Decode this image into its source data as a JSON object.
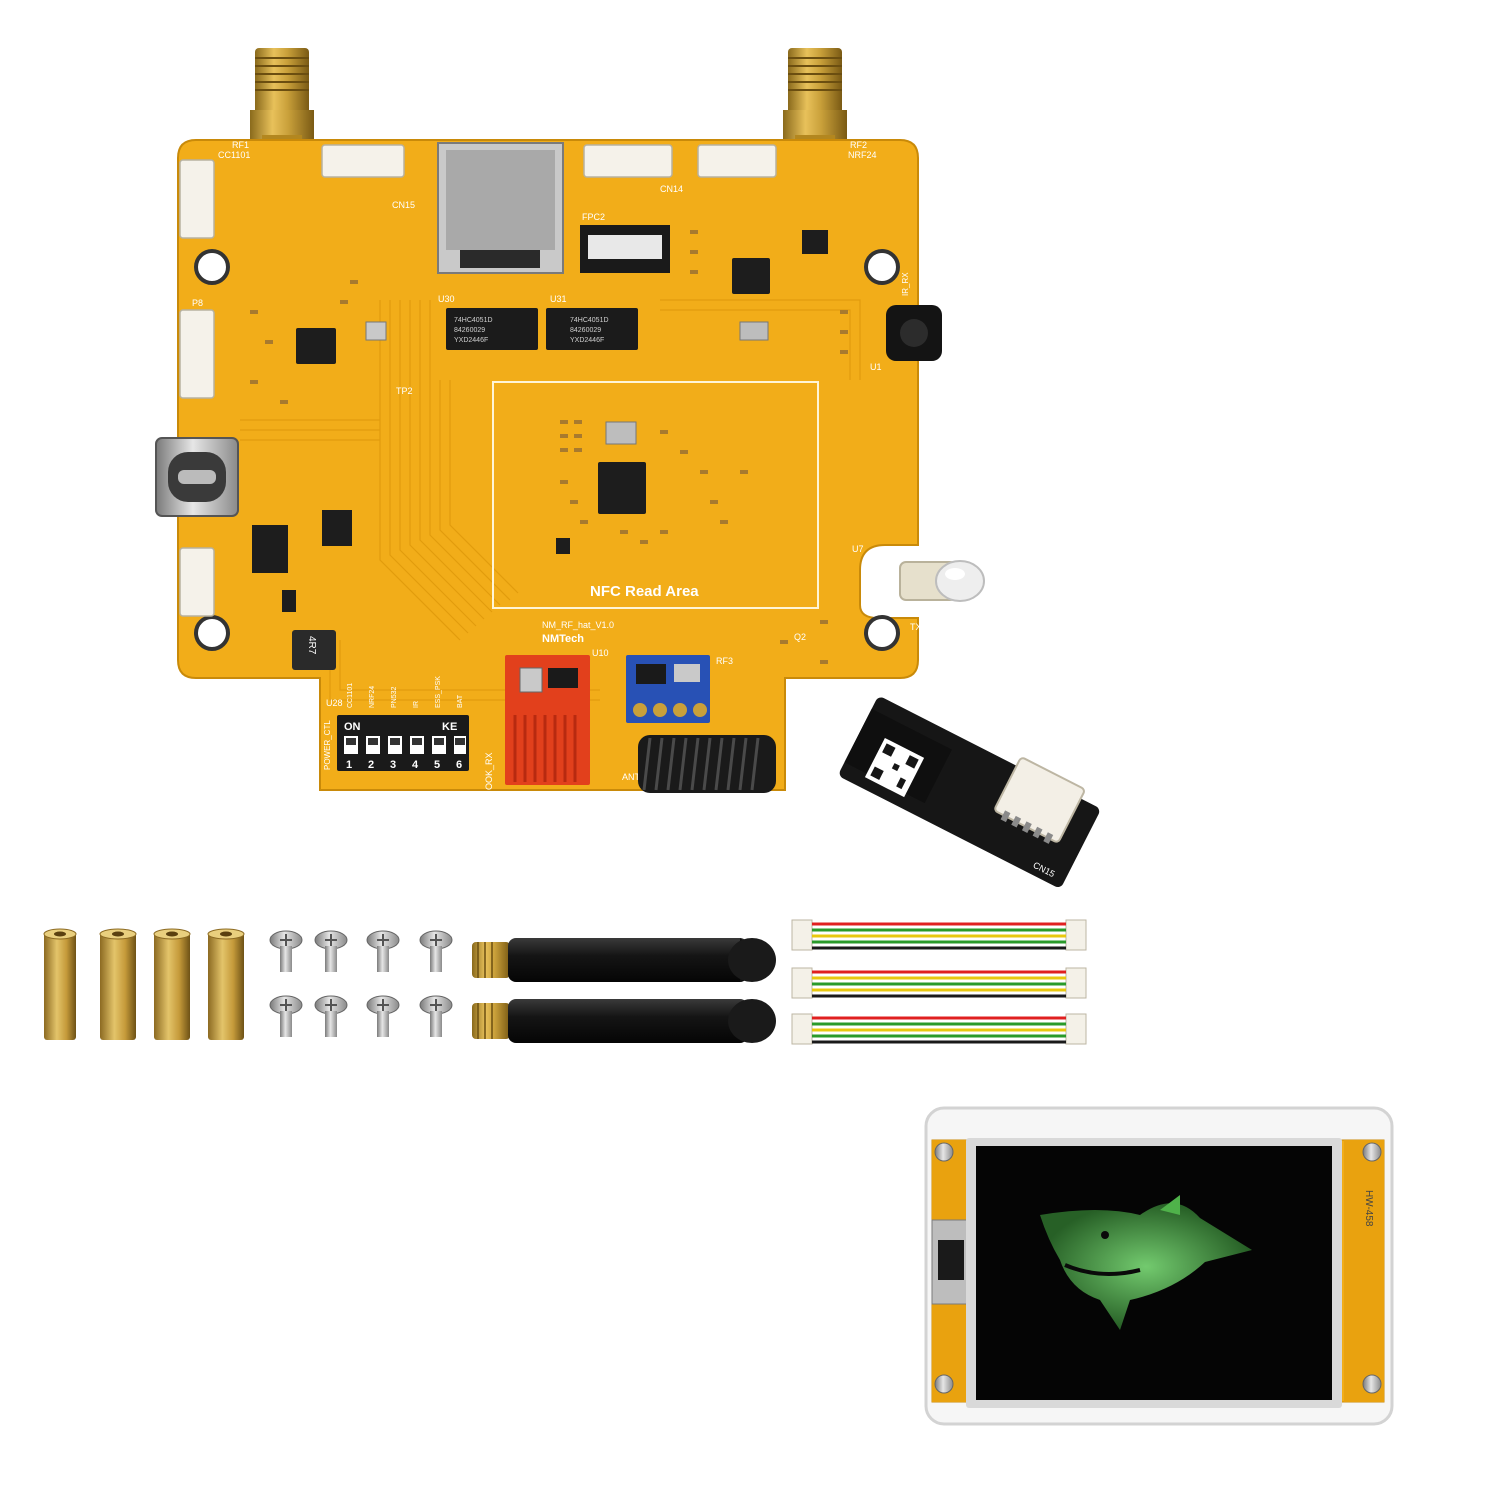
{
  "board": {
    "nfc_area_label": "NFC Read Area",
    "version_label": "NM_RF_hat_V1.0",
    "brand_label": "NMTech",
    "ic_u30_marking": "74HC4051D",
    "ic_u31_marking": "74HC4051D",
    "ic_batch": "84260029",
    "ic_lot": "YXD2446F",
    "connector_labels": [
      "CC1101",
      "NRF24",
      "RF1",
      "RF2",
      "CN15",
      "CN14",
      "FPC2",
      "P8",
      "U30",
      "U31",
      "TP2",
      "U1",
      "U7",
      "Q2",
      "U10",
      "RF3",
      "ANT1",
      "U28"
    ],
    "inductor_marking": "4R7",
    "dip_switch": {
      "on_label": "ON",
      "ke_label": "KE",
      "positions": [
        "1",
        "2",
        "3",
        "4",
        "5",
        "6"
      ],
      "side_label": "POWER_CTL",
      "channel_labels": [
        "CC1101",
        "NRF24",
        "PN532",
        "IR",
        "ESS_PSK",
        "BAT"
      ]
    },
    "ook_label": "OOK_RX",
    "ir_rx_label": "IR_RX",
    "tx_label": "TX"
  },
  "adapter_board": {
    "label": "CN15"
  },
  "display": {
    "label": "HW-458"
  },
  "accessories": {
    "standoff_count": 4,
    "screw_count": 8,
    "antenna_count": 2,
    "cable_count": 3
  },
  "colors": {
    "pcb": "#f2ad19",
    "pcb_dark": "#d99208",
    "silk": "#ffffff",
    "gold": "#c99a2e",
    "black": "#1a1a1a"
  }
}
